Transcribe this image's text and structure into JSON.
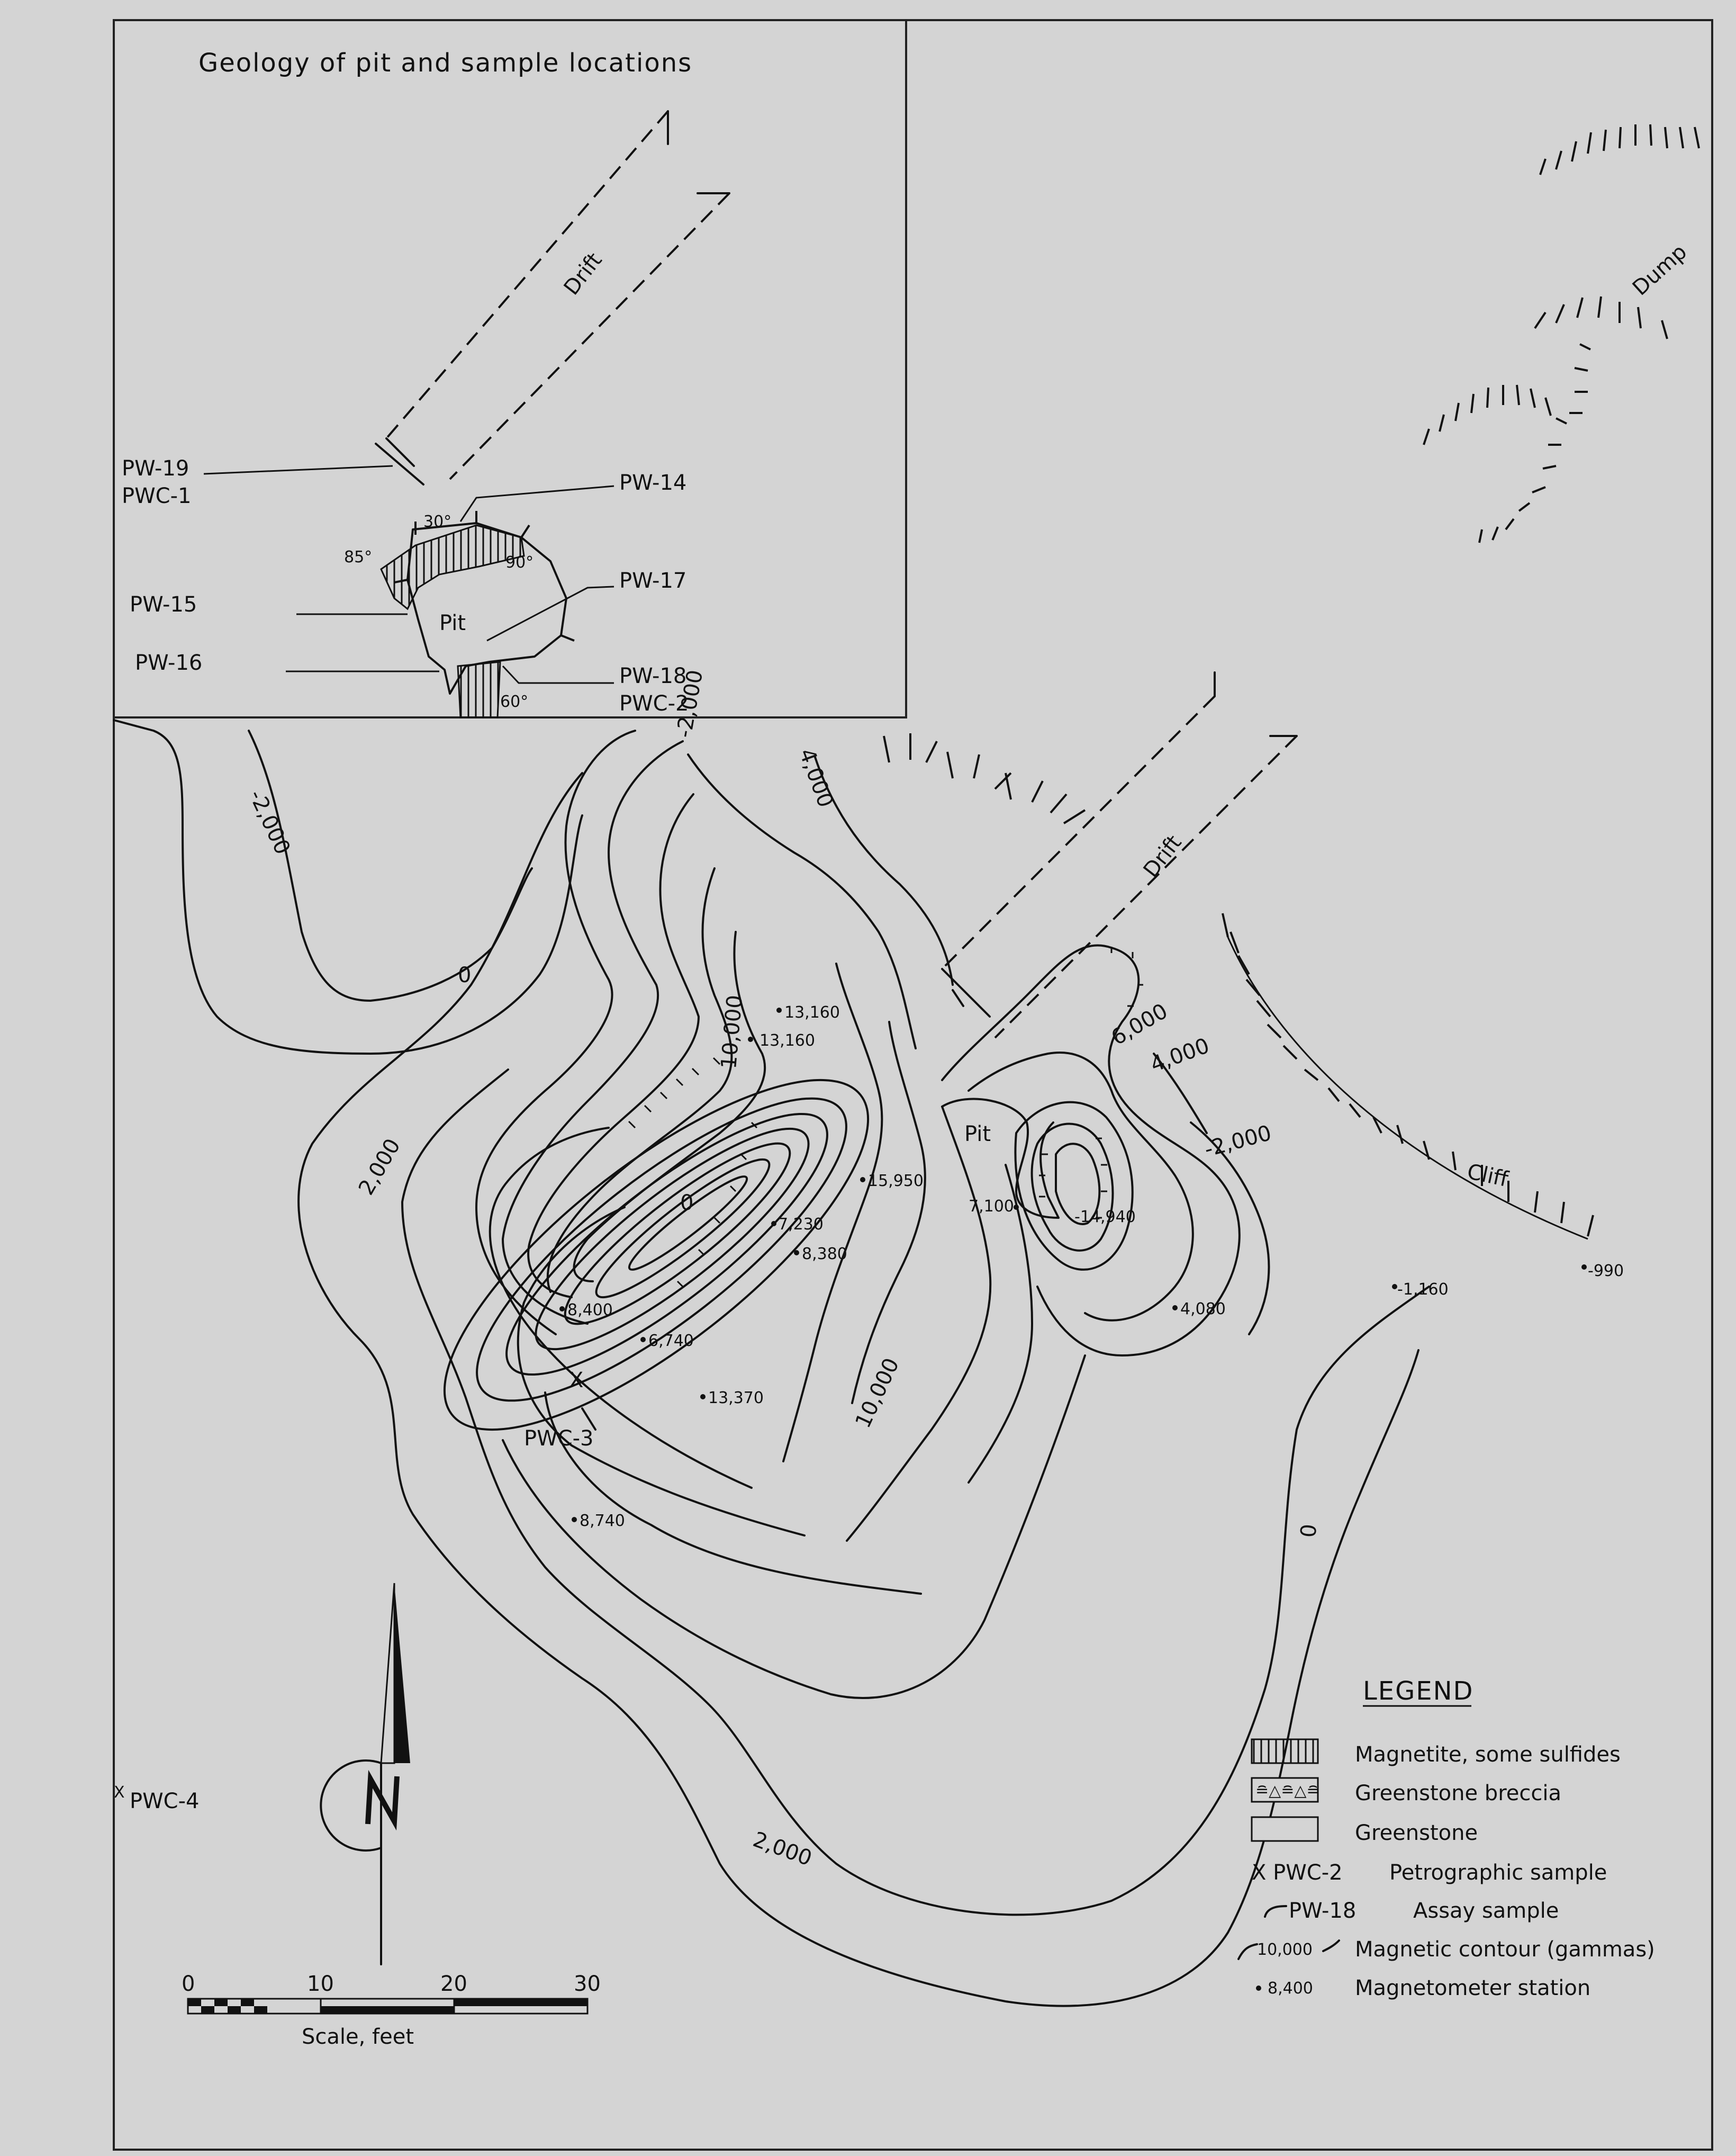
{
  "inset": {
    "title": "Geology of pit and sample locations",
    "drift_label": "Drift",
    "pit_label": "Pit",
    "samples": {
      "pw19": "PW-19",
      "pwc1": "PWC-1",
      "pw14": "PW-14",
      "pw15": "PW-15",
      "pw16": "PW-16",
      "pw17": "PW-17",
      "pw18": "PW-18",
      "pwc2": "PWC-2"
    },
    "dips": {
      "d30": "30°",
      "d85": "85°",
      "d90": "90°",
      "d60": "60°"
    }
  },
  "main": {
    "drift_label": "Drift",
    "pit_label": "Pit",
    "dump_label": "Dump",
    "cliff_label": "Cliff",
    "contours": {
      "c_m2000_a": "-2,000",
      "c_m2000_b": "-2,000",
      "c_0_a": "0",
      "c_2000_a": "2,000",
      "c_4000": "4,000",
      "c_10000_a": "10,000",
      "c_0_b": "0",
      "c_6000": "6,000",
      "c_4000_b": "4,000",
      "c_m2000_c": "-2,000",
      "c_10000_b": "10,000",
      "c_0_c": "0",
      "c_2000_b": "2,000"
    },
    "stations": {
      "s13160a": "13,160",
      "s13160b": "13,160",
      "s15950": "15,950",
      "s7230": "7,230",
      "s8380": "8,380",
      "s8400": "8,400",
      "s6740": "6,740",
      "s13370": "13,370",
      "s8740": "8,740",
      "s7100": "7,100",
      "s14940": "-14,940",
      "s4080": "4,080",
      "s1160": "-1,160",
      "s990": "-990"
    },
    "petro_samples": {
      "pwc3": "PWC-3",
      "pwc4": "PWC-4"
    }
  },
  "legend": {
    "title": "LEGEND",
    "items": {
      "magnetite": "Magnetite, some sulfides",
      "breccia": "Greenstone breccia",
      "greenstone": "Greenstone",
      "petro_code": "X PWC-2",
      "petro_desc": "Petrographic sample",
      "assay_code": "PW-18",
      "assay_desc": "Assay sample",
      "contour_code": "10,000",
      "contour_desc": "Magnetic contour (gammas)",
      "station_code": "8,400",
      "station_desc": "Magnetometer station"
    }
  },
  "scale": {
    "ticks": [
      "0",
      "10",
      "20",
      "30"
    ],
    "label": "Scale, feet"
  },
  "north_label": "N"
}
